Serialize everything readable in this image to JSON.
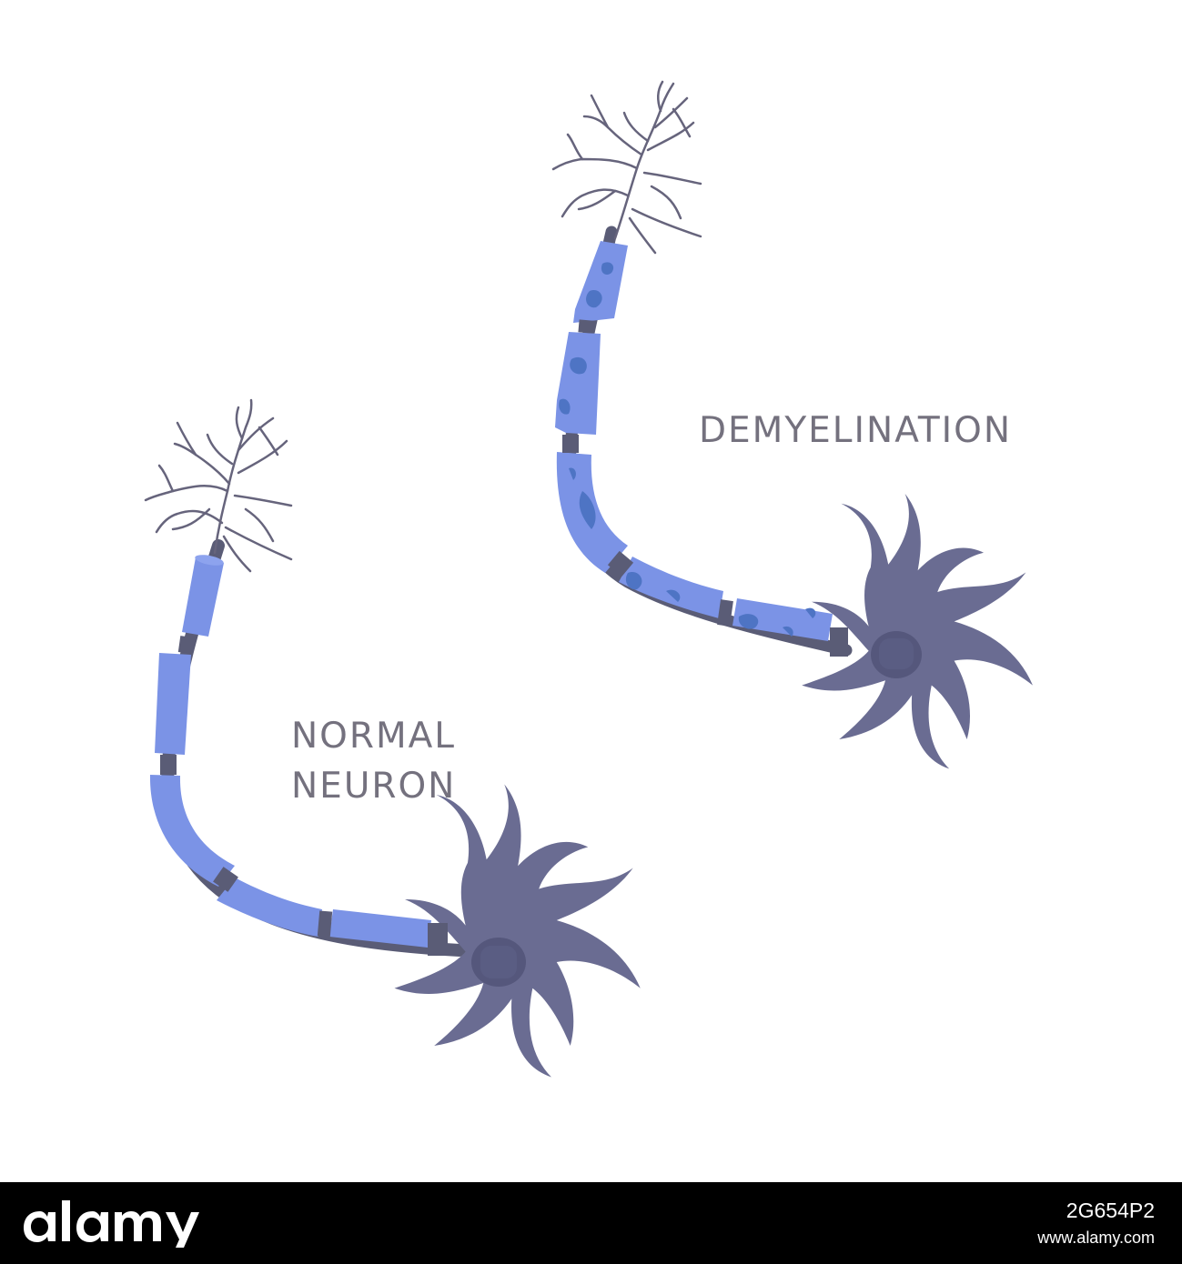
{
  "labels": {
    "demyelination": "DEMYELINATION",
    "normal_line1": "NORMAL",
    "normal_line2": "NEURON"
  },
  "footer": {
    "logo_text": "alamy",
    "image_id": "2G654P2",
    "url": "www.alamy.com"
  },
  "colors": {
    "myelin": "#7b93e6",
    "myelin_shadow": "#6a80d3",
    "damage": "#4e74c4",
    "cell": "#6a6c92",
    "nucleus": "#55577c",
    "node": "#5a5c76",
    "dendrite": "#66647c",
    "text": "#74717e",
    "footer_bg": "#000000"
  }
}
